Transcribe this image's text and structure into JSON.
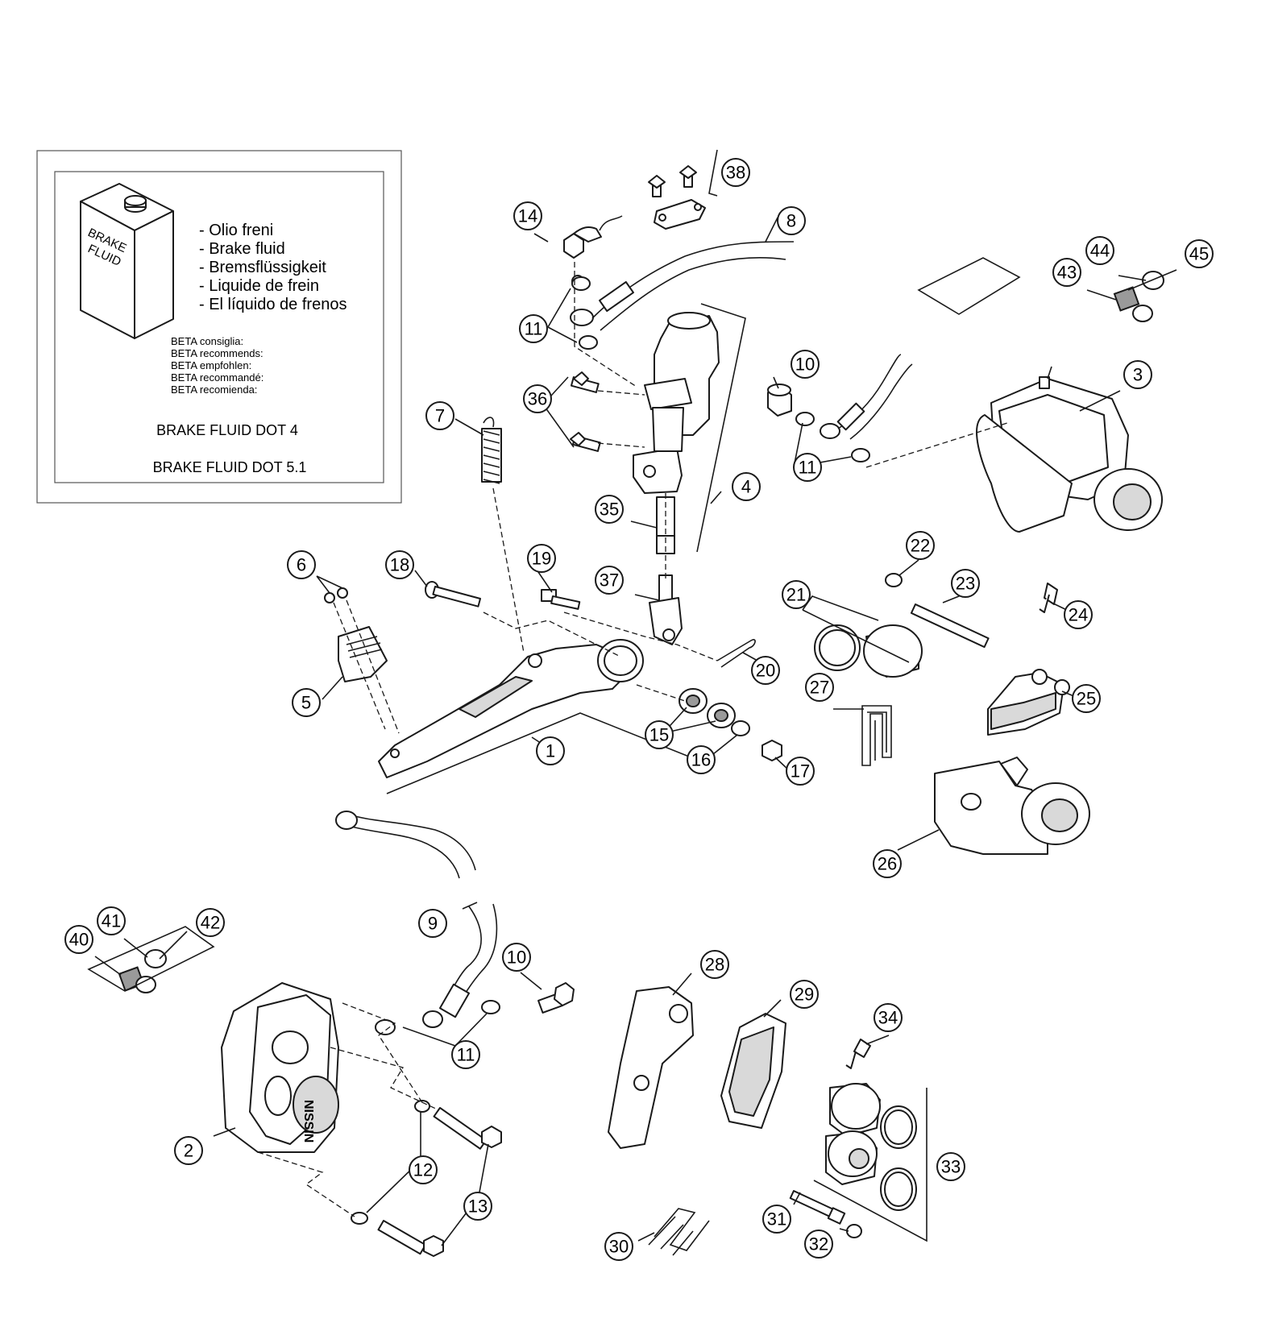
{
  "legend": {
    "can_label": [
      "BRAKE",
      "FLUID"
    ],
    "fluid_names": [
      "- Olio freni",
      "- Brake fluid",
      "- Bremsflüssigkeit",
      "- Liquide de frein",
      "- El líquido de frenos"
    ],
    "recommends": [
      "BETA consiglia:",
      "BETA recommends:",
      "BETA empfohlen:",
      "BETA recommandé:",
      "BETA recomienda:"
    ],
    "dot_grades": [
      "BRAKE FLUID DOT 4",
      "BRAKE FLUID DOT 5.1"
    ]
  },
  "caliper_brand": "NISSIN",
  "callouts": [
    "1",
    "2",
    "3",
    "4",
    "5",
    "6",
    "7",
    "8",
    "9",
    "10",
    "10",
    "11",
    "11",
    "11",
    "12",
    "13",
    "14",
    "15",
    "16",
    "17",
    "18",
    "19",
    "20",
    "21",
    "22",
    "23",
    "24",
    "25",
    "26",
    "27",
    "28",
    "29",
    "30",
    "31",
    "32",
    "33",
    "34",
    "35",
    "36",
    "37",
    "38",
    "40",
    "41",
    "42",
    "43",
    "44",
    "45"
  ]
}
